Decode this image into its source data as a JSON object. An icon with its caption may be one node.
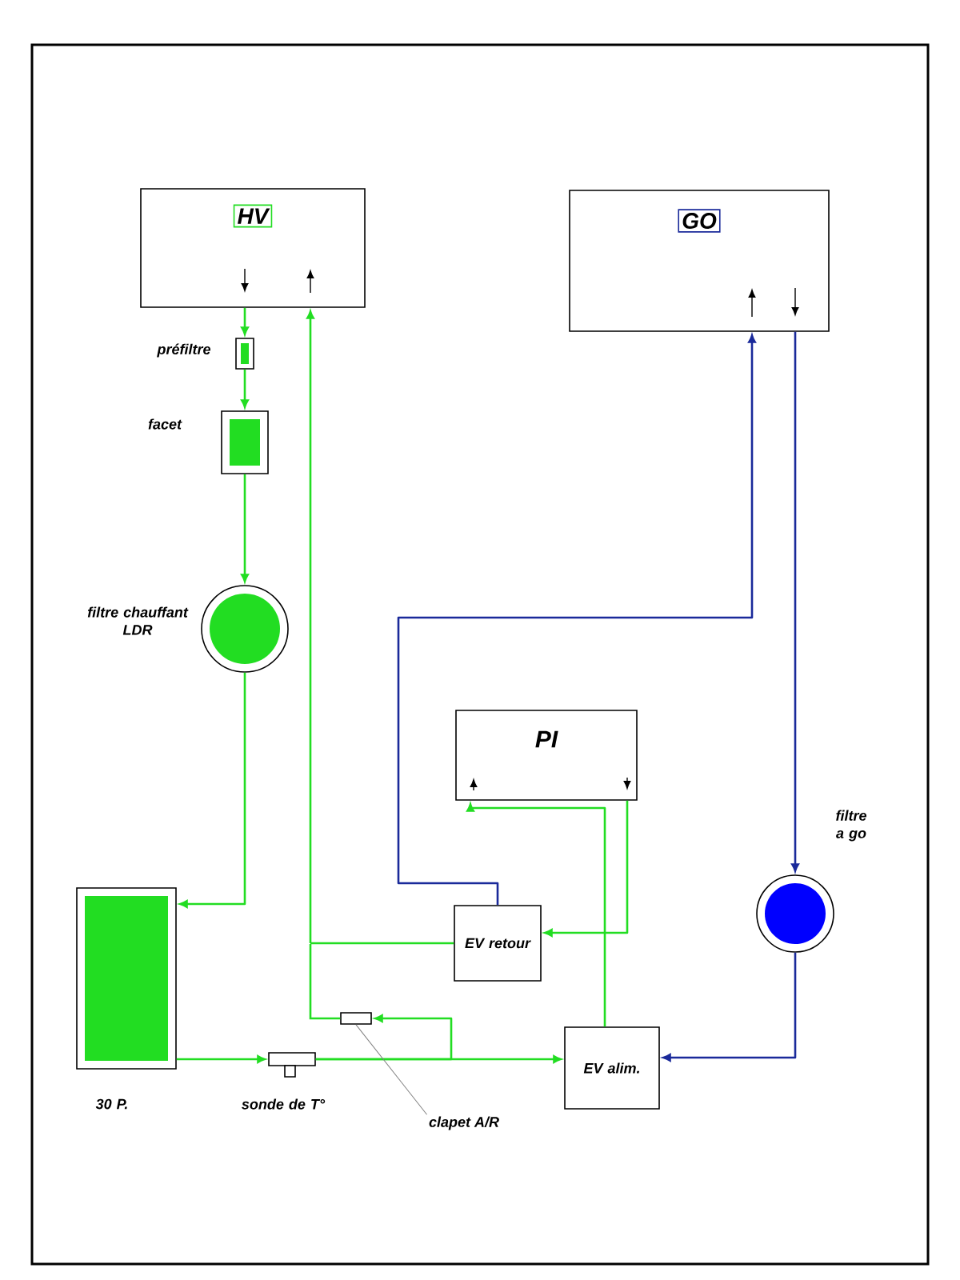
{
  "diagram": {
    "nodes": [
      {
        "text": [
          "HV"
        ]
      },
      {
        "text": [
          "GO"
        ]
      },
      {
        "text": [],
        "shape": "box",
        "beside": [
          "préfiltre"
        ]
      },
      {
        "text": [],
        "shape": "box",
        "beside": [
          "facet"
        ]
      },
      {
        "text": [],
        "shape": "circle",
        "beside": [
          "filtre chauffant LDR"
        ]
      },
      {
        "text": [
          "PI"
        ]
      },
      {
        "text": [],
        "shape": "circle",
        "beside": [
          "filtre a go"
        ]
      },
      {
        "text": [],
        "shape": "box",
        "beside": [
          "30 P."
        ]
      },
      {
        "text": [],
        "shape": "box",
        "beside": [
          "sonde de T°"
        ]
      },
      {
        "text": [],
        "shape": "box"
      },
      {
        "text": [
          "clapet A/R"
        ]
      },
      {
        "text": [
          "EV retour"
        ]
      },
      {
        "text": [
          "EV alim."
        ]
      }
    ],
    "edges": [
      {
        "from": 0,
        "to": 2,
        "arrow": "to"
      },
      {
        "from": 2,
        "to": 3,
        "arrow": "to"
      },
      {
        "from": 3,
        "to": 4,
        "arrow": "to"
      },
      {
        "from": 4,
        "to": 7,
        "arrow": "to"
      },
      {
        "from": 7,
        "to": 8,
        "arrow": "to"
      },
      {
        "from": 8,
        "to": 12,
        "arrow": "to"
      },
      {
        "from": 8,
        "to": 9,
        "arrow": "to"
      },
      {
        "from": 9,
        "to": 0,
        "arrow": "to"
      },
      {
        "from": 11,
        "to": 0,
        "arrow": "to"
      },
      {
        "from": 12,
        "to": 5,
        "arrow": "to"
      },
      {
        "from": 5,
        "to": 11,
        "arrow": "to"
      },
      {
        "from": 11,
        "to": 1,
        "arrow": "to",
        "color": "#1a2a9a"
      },
      {
        "from": 1,
        "to": 6,
        "arrow": "to",
        "color": "#1a2a9a"
      },
      {
        "from": 6,
        "to": 12,
        "arrow": "to",
        "color": "#1a2a9a"
      },
      {
        "from": 10,
        "to": 9,
        "arrow": "none",
        "color": "#808080"
      }
    ]
  }
}
